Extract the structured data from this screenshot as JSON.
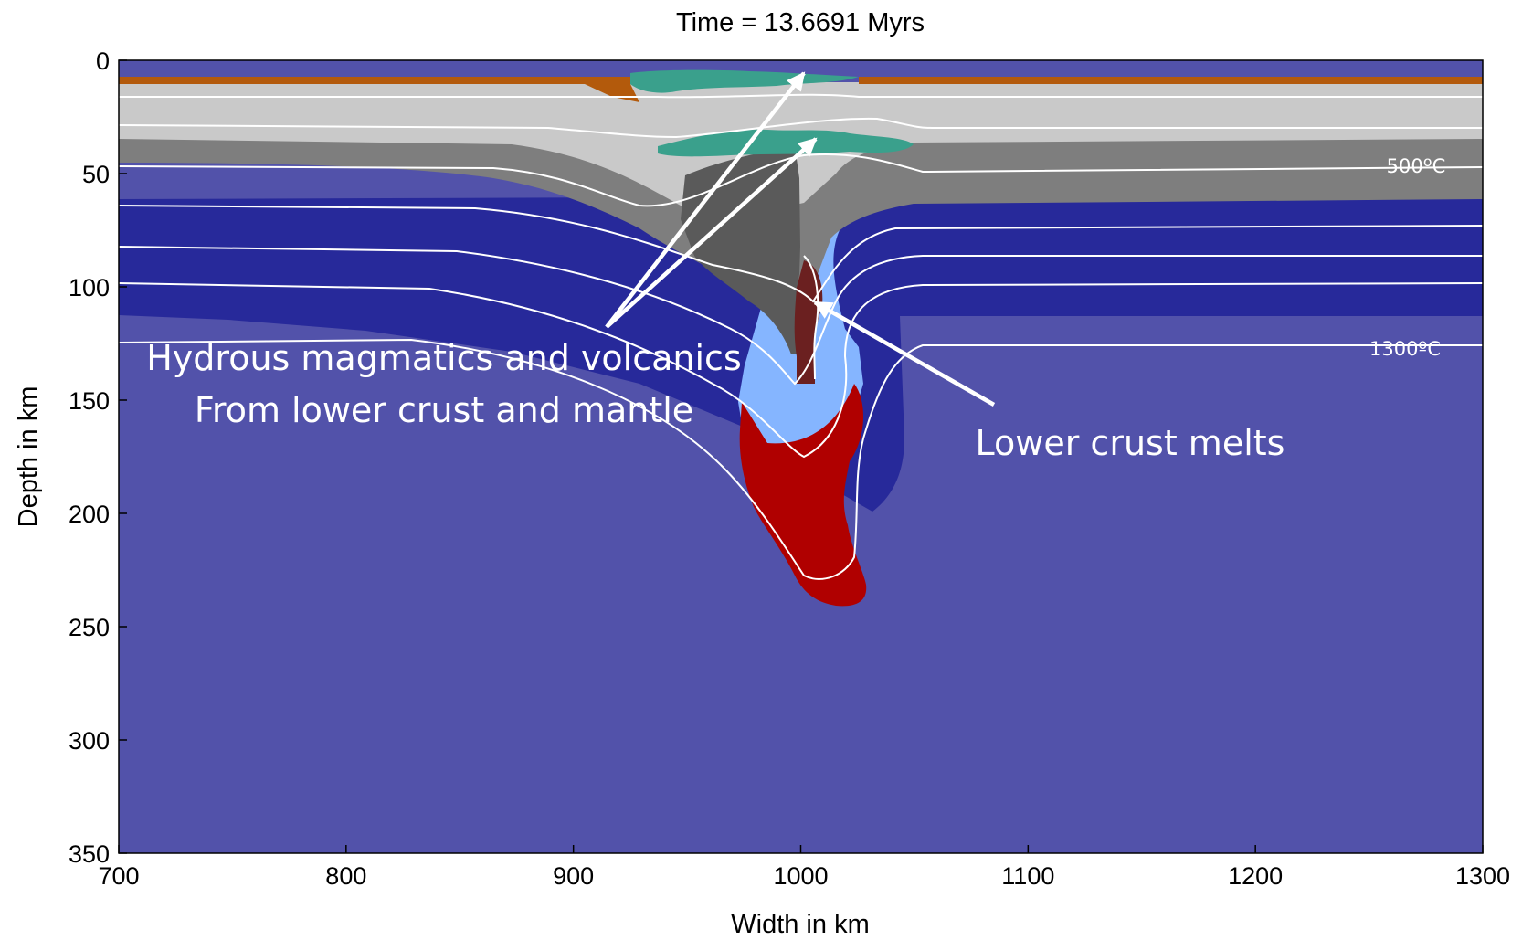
{
  "chart_data": {
    "type": "heatmap",
    "title": "Time = 13.6691 Myrs",
    "xlabel": "Width in km",
    "ylabel": "Depth in km",
    "xlim": [
      700,
      1300
    ],
    "ylim": [
      0,
      350
    ],
    "y_inverted": true,
    "x_ticks": [
      700,
      800,
      900,
      1000,
      1100,
      1200,
      1300
    ],
    "y_ticks": [
      0,
      50,
      100,
      150,
      200,
      250,
      300,
      350
    ],
    "grid": false,
    "isotherm_labels": [
      {
        "text": "500ºC",
        "x": 1268,
        "depth": 47
      },
      {
        "text": "1300ºC",
        "x": 1265,
        "depth": 127
      }
    ],
    "annotations": [
      {
        "lines": [
          "Hydrous magmatics and volcanics",
          "From lower crust and mantle"
        ]
      },
      {
        "lines": [
          "Lower crust melts"
        ]
      }
    ],
    "colors": {
      "asthenosphere": "#5252aa",
      "lithospheric_mantle": "#27299a",
      "lower_crust": "#7e7e7e",
      "upper_crust": "#c9c9c9",
      "sediments": "#b35a0c",
      "subducted_crust": "#5a5a5a",
      "hydrated_mantle": "#85b5ff",
      "partially_molten_mantle": "#b00000",
      "melted_lower_crust": "#6b2020",
      "magmatic_products": "#3aa08c",
      "isotherms": "#ffffff"
    }
  }
}
